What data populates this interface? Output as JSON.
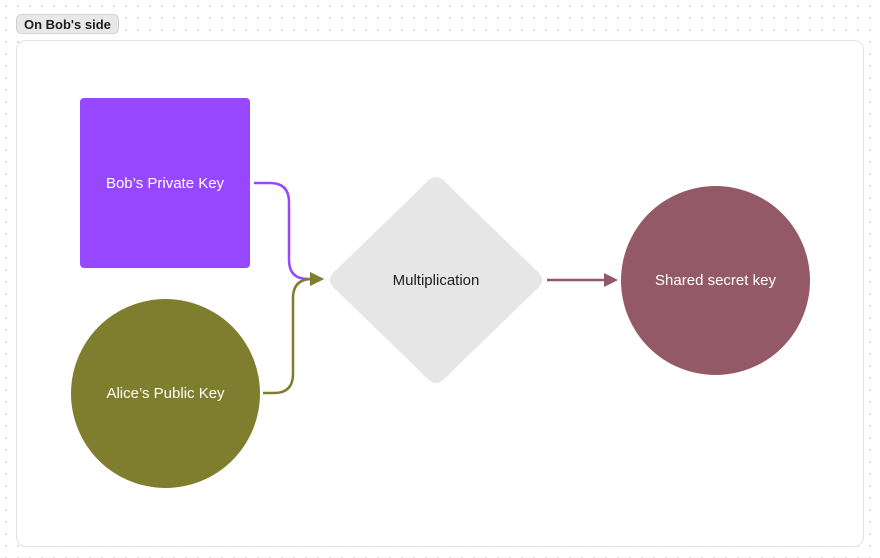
{
  "frame": {
    "label": "On Bob's side"
  },
  "nodes": {
    "bob_private_key": {
      "label": "Bob’s Private Key",
      "color": "#9747ff"
    },
    "alice_public_key": {
      "label": "Alice’s Public Key",
      "color": "#7f7d2e"
    },
    "multiplication": {
      "label": "Multiplication",
      "color": "#e6e6e6"
    },
    "shared_secret_key": {
      "label": "Shared secret key",
      "color": "#935966"
    }
  },
  "edges": [
    {
      "from": "Bob’s Private Key",
      "to": "Multiplication",
      "color": "#9747ff"
    },
    {
      "from": "Alice’s Public Key",
      "to": "Multiplication",
      "color": "#7f7d2e"
    },
    {
      "from": "Multiplication",
      "to": "Shared secret key",
      "color": "#935966"
    }
  ]
}
